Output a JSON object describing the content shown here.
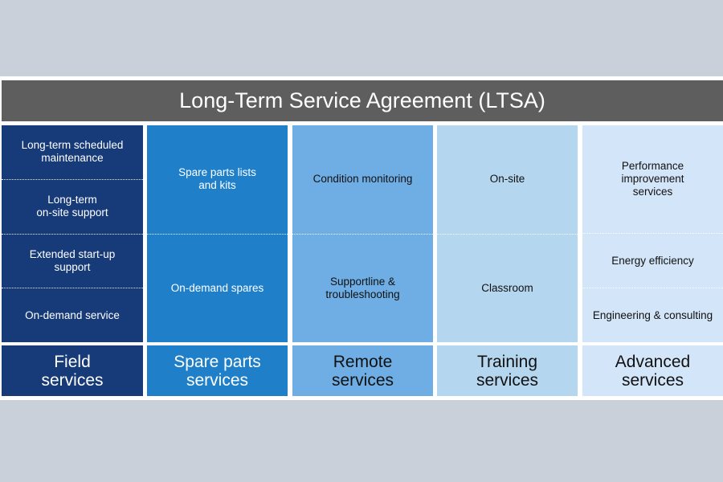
{
  "title": "Long-Term Service Agreement (LTSA)",
  "columns": [
    {
      "name": "Field\nservices",
      "items": [
        "Long-term scheduled\nmaintenance",
        "Long-term\non-site support",
        "Extended start-up\nsupport",
        "On-demand service"
      ]
    },
    {
      "name": "Spare parts\nservices",
      "items": [
        "Spare parts lists\nand kits",
        "On-demand spares"
      ]
    },
    {
      "name": "Remote\nservices",
      "items": [
        "Condition monitoring",
        "Supportline &\ntroubleshooting"
      ]
    },
    {
      "name": "Training\nservices",
      "items": [
        "On-site",
        "Classroom"
      ]
    },
    {
      "name": "Advanced\nservices",
      "items": [
        "Performance\nimprovement\nservices",
        "Energy efficiency",
        "Engineering & consulting"
      ]
    }
  ],
  "colors": {
    "title_bar": "#5e5e5e",
    "field": "#173a78",
    "spare_parts": "#1f80c9",
    "remote": "#6eaee4",
    "training": "#b5d6ef",
    "advanced": "#d3e5f8"
  }
}
